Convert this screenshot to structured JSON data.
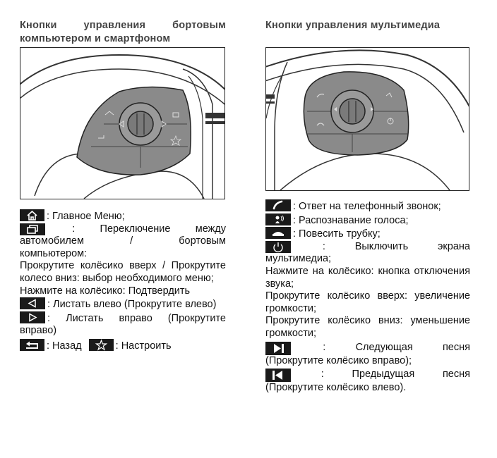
{
  "left": {
    "title": "Кнопки управления бортовым компьютером и смартфоном",
    "home_desc": ": Главное Меню;",
    "switch_colon": ":",
    "switch_word1": "Переключение",
    "switch_word2": "между",
    "switch_rest": "автомобилем / бортовым компьютером:",
    "scroll_desc": "Прокрутите колёсико вверх / Прокрутите колесо вниз: выбор необходимого меню;",
    "press_desc": "Нажмите на колёсико: Подтвердить",
    "left_desc": ": Листать влево (Прокрутите влево)",
    "right_desc": ": Листать вправо (Прокрутите вправо)",
    "back_desc": ": Назад",
    "star_desc": ": Настроить"
  },
  "right": {
    "title": "Кнопки управления мультимедиа",
    "answer_desc": ": Ответ на телефонный звонок;",
    "voice_desc": ": Распознавание голоса;",
    "hangup_desc": ": Повесить трубку;",
    "power_colon": ":",
    "power_word1": "Выключить",
    "power_word2": "экрана",
    "power_rest": "мультимедиа;",
    "press_desc": "Нажмите на колёсико: кнопка отключения звука;",
    "up_desc": "Прокрутите колёсико вверх: увеличение громкости;",
    "down_desc": "Прокрутите колёсико вниз: уменьшение громкости;",
    "next_colon": ":",
    "next_word1": "Следующая",
    "next_word2": "песня",
    "next_rest": "(Прокрутите колёсико вправо);",
    "prev_colon": ":",
    "prev_word1": "Предыдущая",
    "prev_word2": "песня",
    "prev_rest": "(Прокрутите колёсико влево)."
  },
  "icons": {
    "home": "home-icon",
    "switch": "switch-screen-icon",
    "arrow_left": "arrow-left-icon",
    "arrow_right": "arrow-right-icon",
    "back": "back-icon",
    "star": "star-icon",
    "answer": "phone-answer-icon",
    "voice": "voice-recognition-icon",
    "hangup": "phone-hangup-icon",
    "power": "power-icon",
    "next": "next-track-icon",
    "prev": "previous-track-icon"
  },
  "colors": {
    "badge": "#1a1a1a",
    "panel": "#8a8a8a",
    "title": "#444444"
  }
}
